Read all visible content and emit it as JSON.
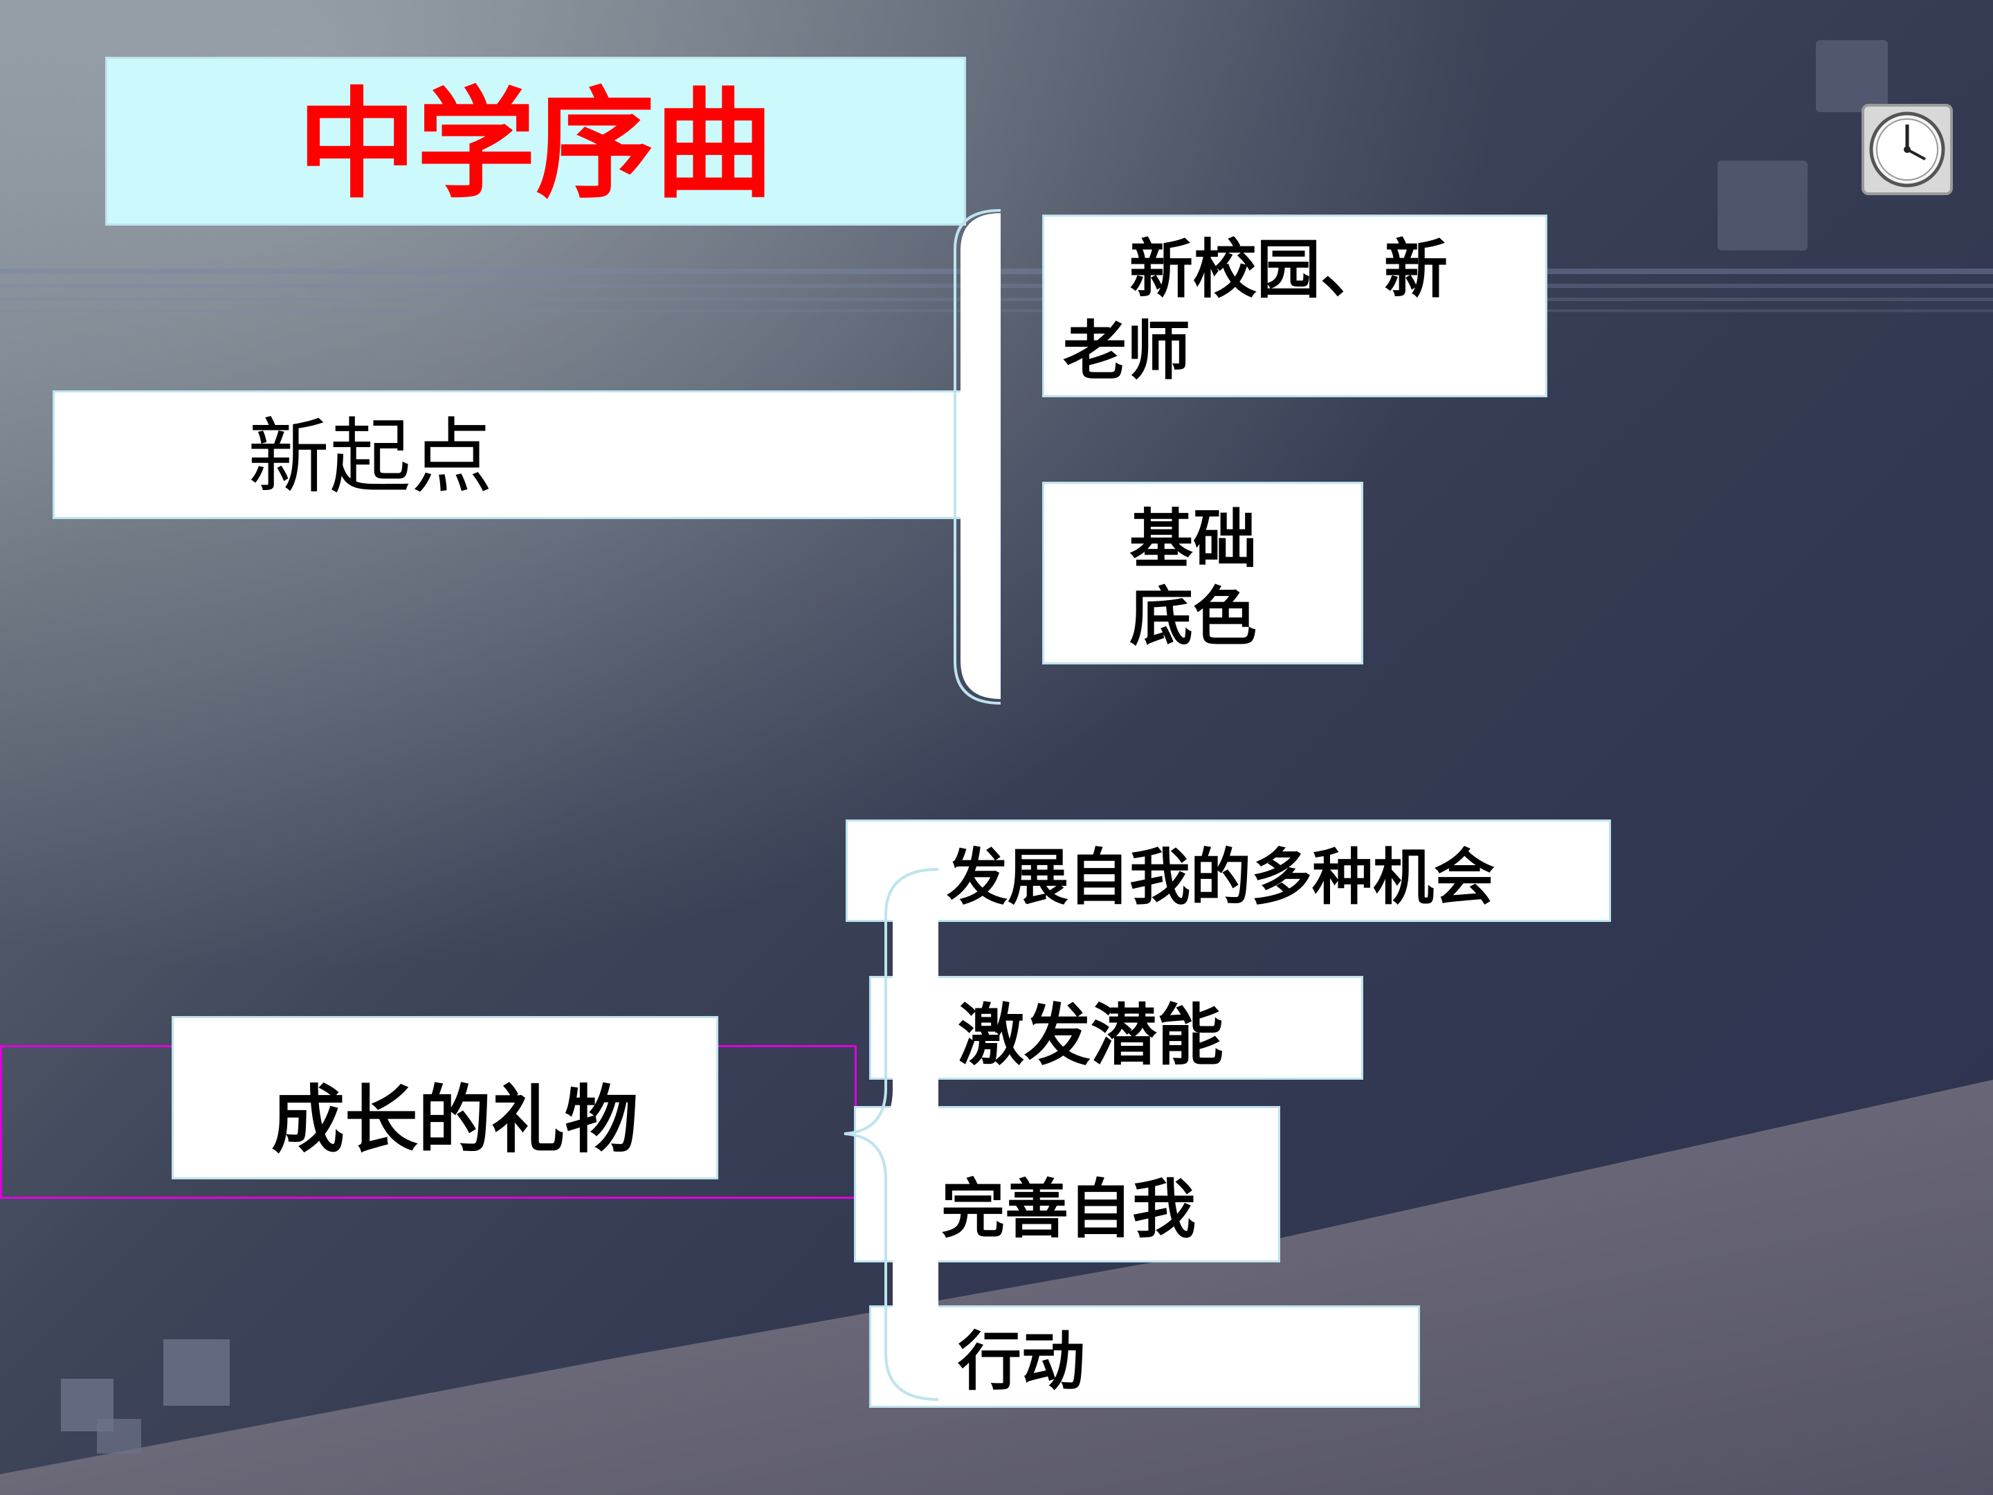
{
  "title": "中学序曲",
  "branch1": {
    "main": "新起点",
    "subs": [
      {
        "lines": [
          "新校园、新",
          "老师"
        ]
      },
      {
        "lines": [
          "基础",
          "底色"
        ]
      }
    ]
  },
  "branch2": {
    "main": "成长的礼物",
    "subs": [
      "发展自我的多种机会",
      "激发潜能",
      "完善自我",
      "行动"
    ]
  },
  "icons": {
    "clock": "clock-icon"
  },
  "colors": {
    "title_text": "#ff0000",
    "title_bg": "#ccf9fc",
    "box_bg": "#ffffff",
    "box_border": "#bfe3ee",
    "highlight_border": "#e000e0"
  }
}
